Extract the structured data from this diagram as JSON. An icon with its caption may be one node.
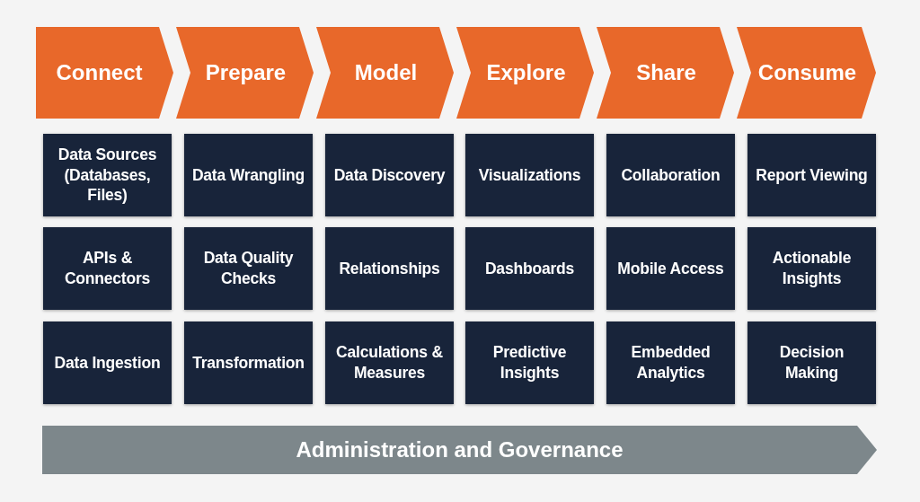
{
  "diagram": {
    "nodes": [
      {
        "text": [
          "Connect"
        ]
      },
      {
        "text": [
          "Prepare"
        ]
      },
      {
        "text": [
          "Model"
        ]
      },
      {
        "text": [
          "Explore"
        ]
      },
      {
        "text": [
          "Share"
        ]
      },
      {
        "text": [
          "Consume"
        ]
      },
      {
        "text": [
          "Data Sources (Databases, Files)"
        ]
      },
      {
        "text": [
          "Data Wrangling"
        ]
      },
      {
        "text": [
          "Data Discovery"
        ]
      },
      {
        "text": [
          "Visualizations"
        ]
      },
      {
        "text": [
          "Collaboration"
        ]
      },
      {
        "text": [
          "Report Viewing"
        ]
      },
      {
        "text": [
          "APIs & Connectors"
        ]
      },
      {
        "text": [
          "Data Quality Checks"
        ]
      },
      {
        "text": [
          "Relationships"
        ]
      },
      {
        "text": [
          "Dashboards"
        ]
      },
      {
        "text": [
          "Mobile Access"
        ]
      },
      {
        "text": [
          "Actionable Insights"
        ]
      },
      {
        "text": [
          "Data Ingestion"
        ]
      },
      {
        "text": [
          "Transformation"
        ]
      },
      {
        "text": [
          "Calculations & Measures"
        ]
      },
      {
        "text": [
          "Predictive Insights"
        ]
      },
      {
        "text": [
          "Embedded Analytics"
        ]
      },
      {
        "text": [
          "Decision Making"
        ]
      },
      {
        "text": [
          "Administration and Governance"
        ]
      }
    ]
  }
}
